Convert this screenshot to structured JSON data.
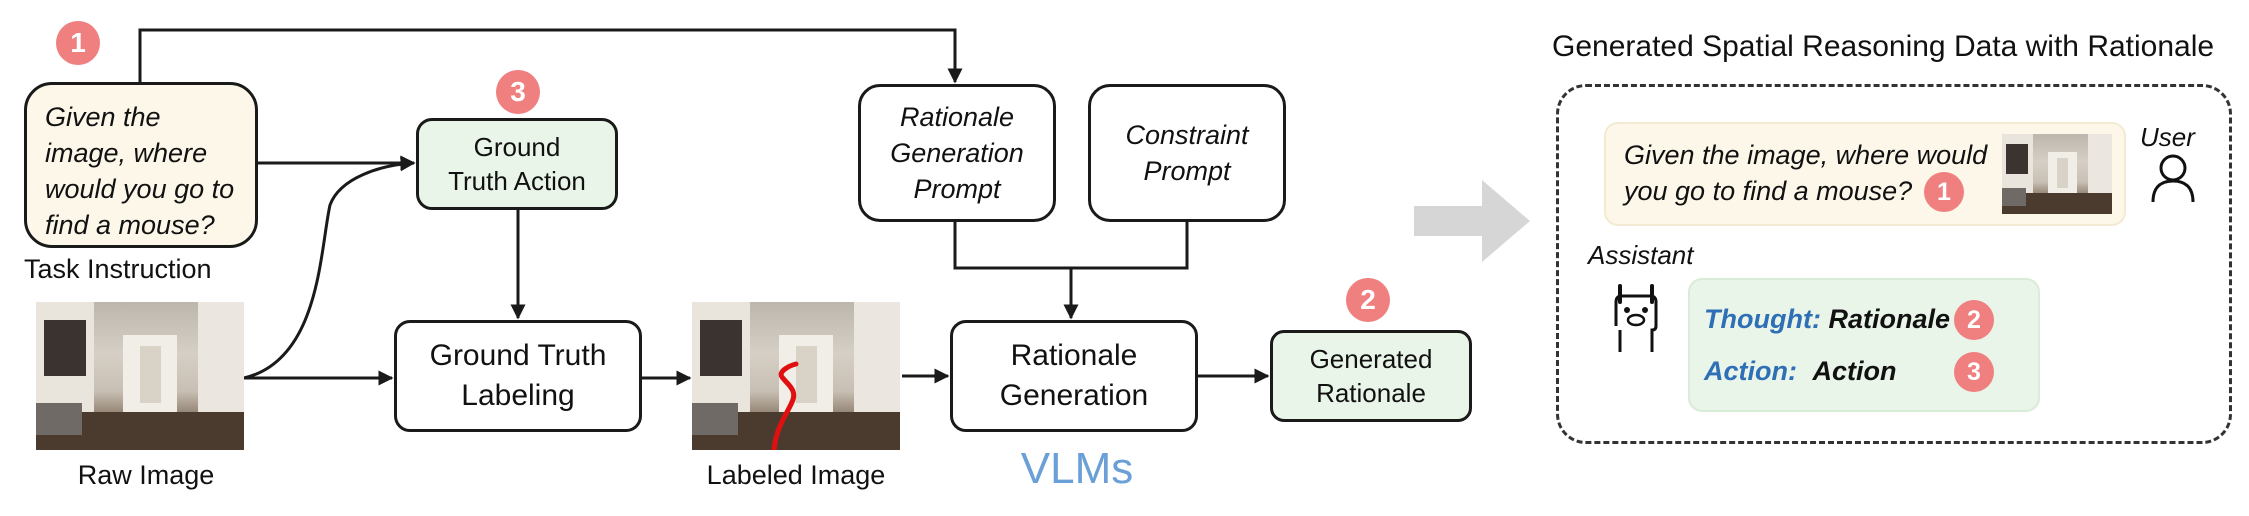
{
  "badges": {
    "one": "1",
    "two": "2",
    "three": "3"
  },
  "task": {
    "text": "Given the image, where would you go to find a mouse?",
    "label": "Task Instruction"
  },
  "gt_action": {
    "line1": "Ground",
    "line2": "Truth Action"
  },
  "raw_image_label": "Raw Image",
  "gt_labeling": {
    "line1": "Ground Truth",
    "line2": "Labeling"
  },
  "labeled_image_label": "Labeled Image",
  "rationale_prompt": {
    "line1": "Rationale",
    "line2": "Generation",
    "line3": "Prompt"
  },
  "constraint_prompt": {
    "line1": "Constraint",
    "line2": "Prompt"
  },
  "rationale_generation": {
    "line1": "Rationale",
    "line2": "Generation"
  },
  "vlms": "VLMs",
  "generated_rationale": {
    "line1": "Generated",
    "line2": "Rationale"
  },
  "right_panel": {
    "title": "Generated Spatial Reasoning Data with Rationale",
    "user_label": "User",
    "user_text_line1": "Given the image, where would",
    "user_text_line2": "you go to find a mouse?",
    "assistant_label": "Assistant",
    "thought_key": "Thought:",
    "thought_value": "Rationale",
    "action_key": "Action:",
    "action_value": "Action"
  },
  "icons": {
    "user": "person-outline-icon",
    "assistant": "llama-icon",
    "flow_arrow": "gray-arrow-icon"
  },
  "colors": {
    "badge": "#f07f7f",
    "task_fill": "#fcf7e9",
    "green_fill": "#eaf5e9",
    "blue_text": "#2e6fb6",
    "vlms_text": "#6aa0d6"
  }
}
